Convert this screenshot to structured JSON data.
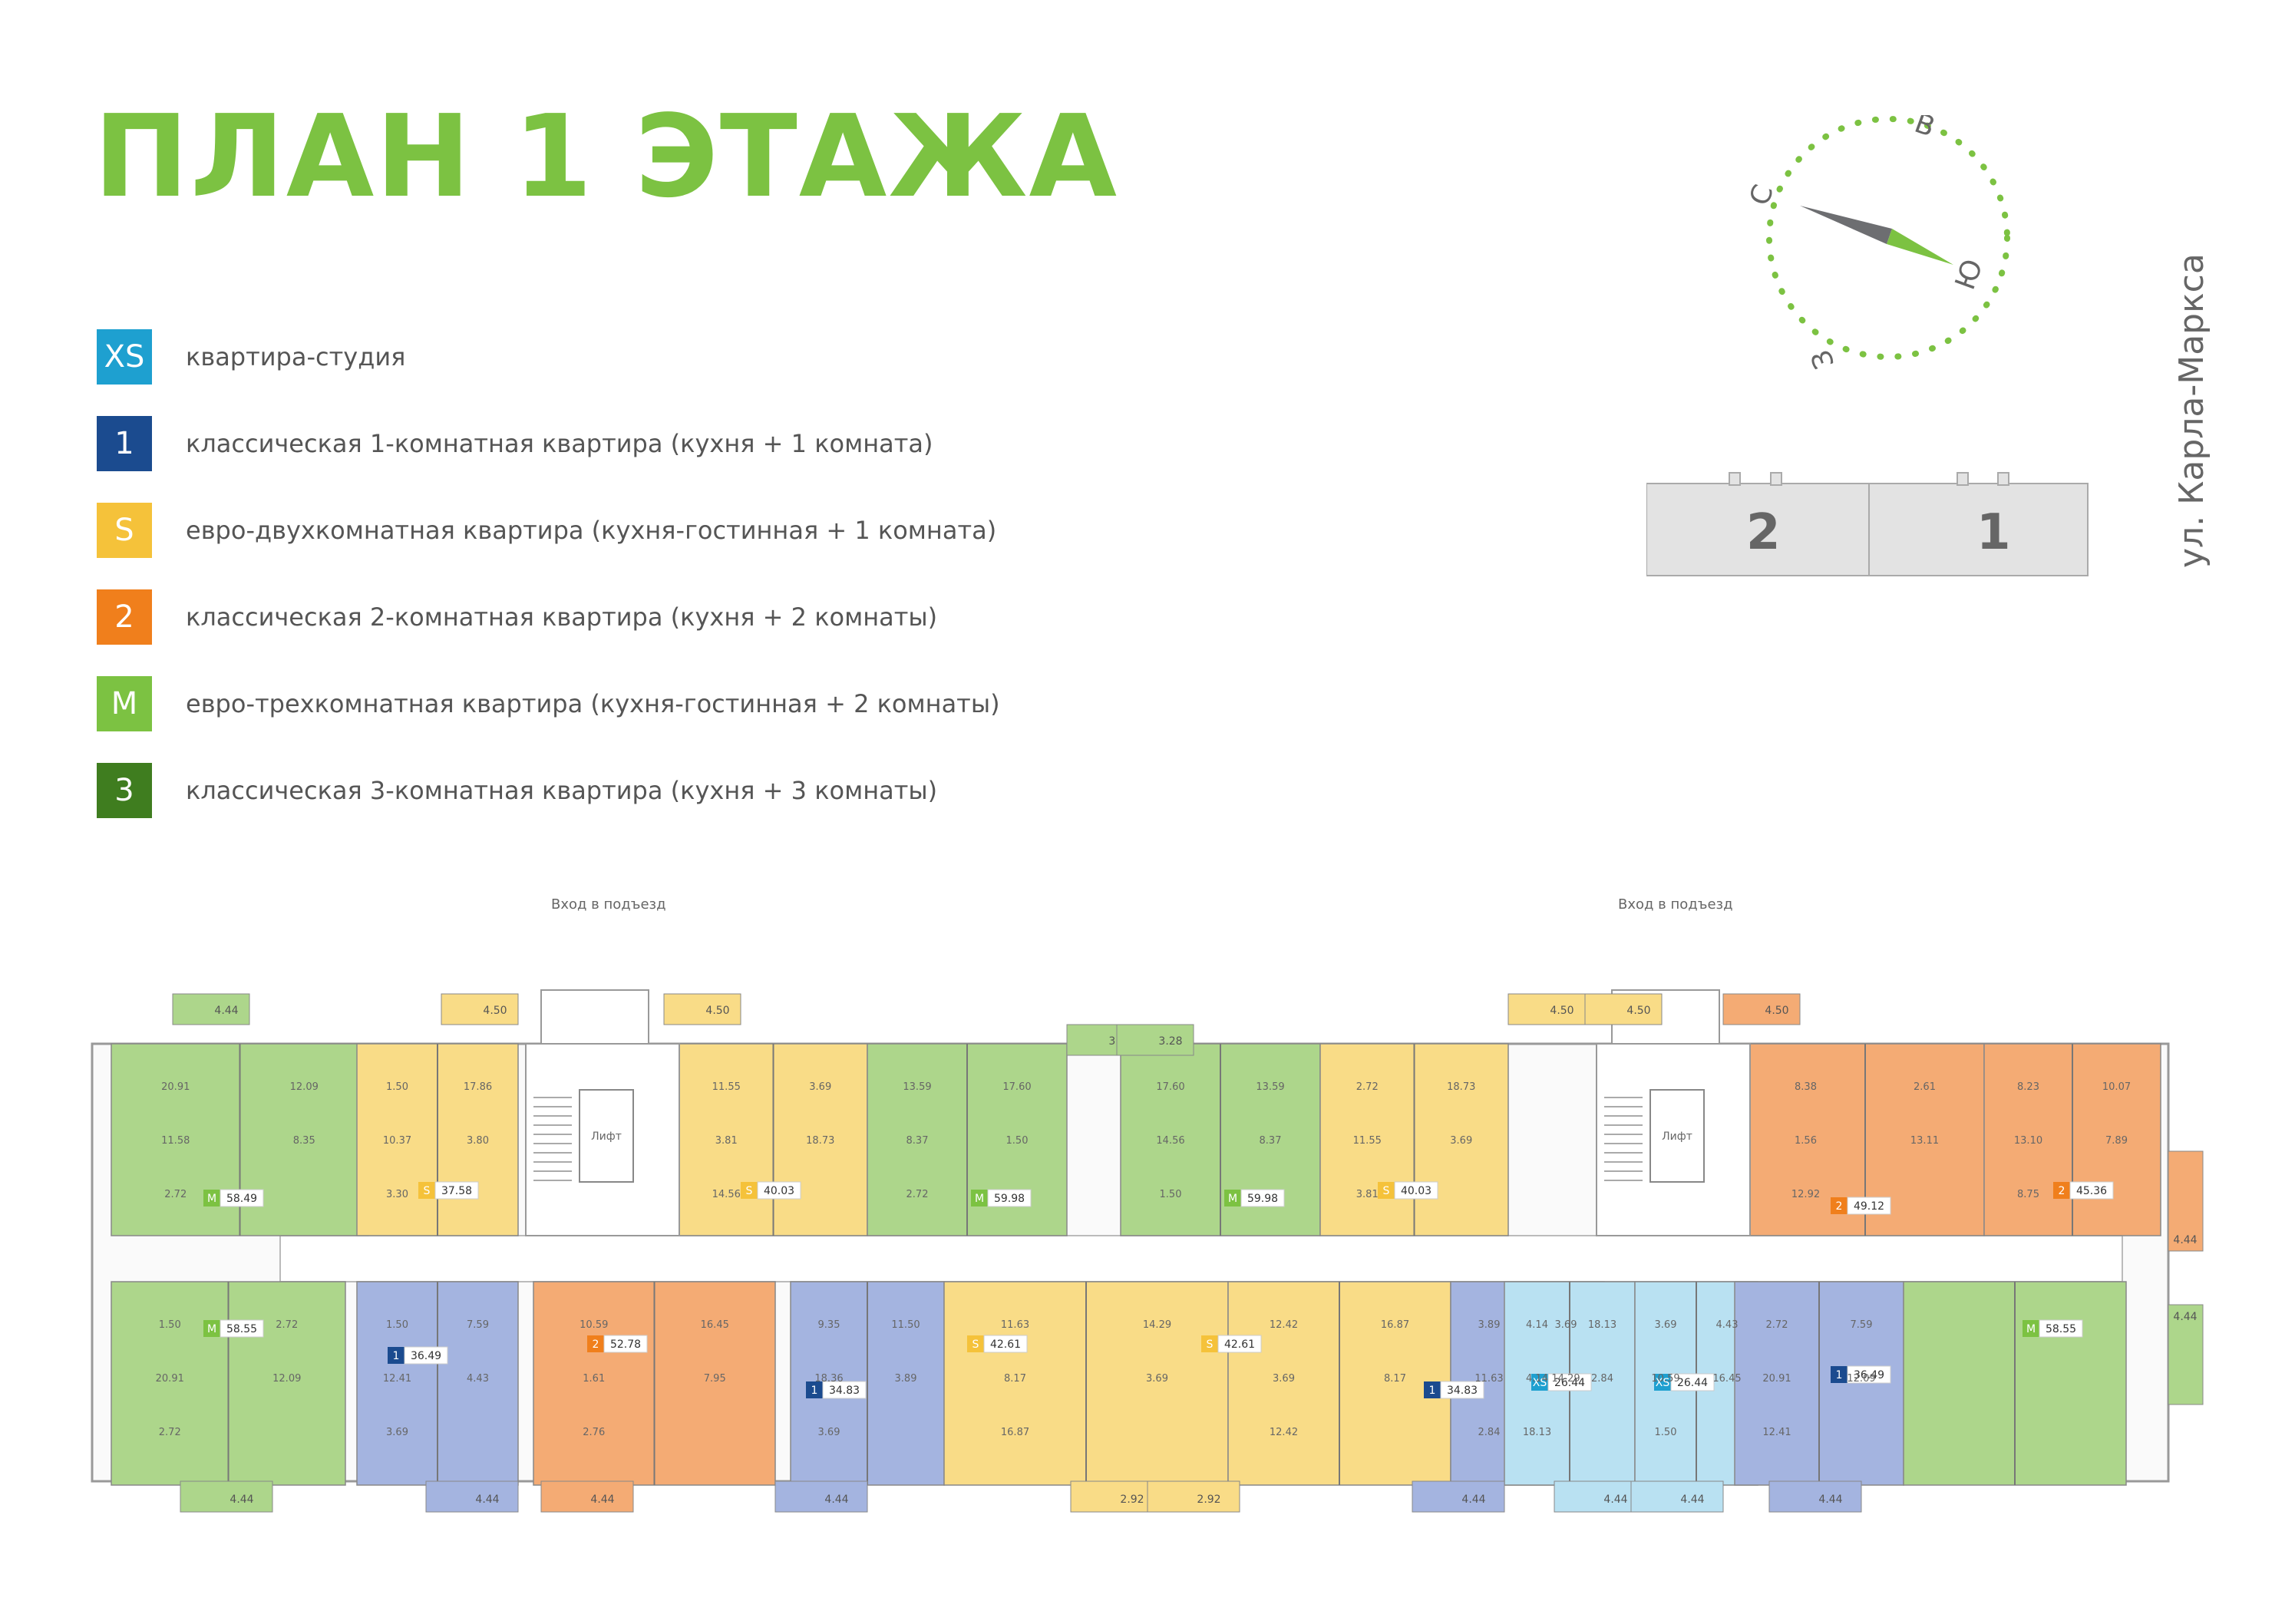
{
  "title": "ПЛАН 1 ЭТАЖА",
  "street": "ул. Карла-Маркса",
  "compass": {
    "n": "С",
    "e": "В",
    "s": "Ю",
    "w": "З"
  },
  "sections": [
    "2",
    "1"
  ],
  "entrance_label": "Вход в подъезд",
  "lift_label": "Лифт",
  "colors": {
    "XS": "#1ea0d0",
    "1": "#1b4b8f",
    "S": "#f5c23a",
    "2": "#f07f1c",
    "M": "#7cc242",
    "3": "#3f7d1f",
    "XS_fill": "#b9e1f2",
    "1_fill": "#a4b4e0",
    "S_fill": "#f9dc87",
    "2_fill": "#f4ab74",
    "M_fill": "#add68b"
  },
  "legend": [
    {
      "code": "XS",
      "text": "квартира-студия"
    },
    {
      "code": "1",
      "text": "классическая 1-комнатная квартира (кухня + 1 комната)"
    },
    {
      "code": "S",
      "text": "евро-двухкомнатная квартира (кухня-гостинная + 1 комната)"
    },
    {
      "code": "2",
      "text": "классическая 2-комнатная квартира (кухня + 2 комнаты)"
    },
    {
      "code": "M",
      "text": "евро-трехкомнатная квартира (кухня-гостинная + 2 комнаты)"
    },
    {
      "code": "3",
      "text": "классическая 3-комнатная квартира (кухня + 3 комнаты)"
    }
  ],
  "apartments": [
    {
      "code": "M",
      "area": "58.49"
    },
    {
      "code": "S",
      "area": "37.58"
    },
    {
      "code": "S",
      "area": "40.03"
    },
    {
      "code": "M",
      "area": "59.98"
    },
    {
      "code": "M",
      "area": "59.98"
    },
    {
      "code": "S",
      "area": "40.03"
    },
    {
      "code": "2",
      "area": "49.12"
    },
    {
      "code": "2",
      "area": "45.36"
    },
    {
      "code": "M",
      "area": "58.55"
    },
    {
      "code": "1",
      "area": "36.49"
    },
    {
      "code": "2",
      "area": "52.78"
    },
    {
      "code": "1",
      "area": "34.83"
    },
    {
      "code": "S",
      "area": "42.61"
    },
    {
      "code": "S",
      "area": "42.61"
    },
    {
      "code": "1",
      "area": "34.83"
    },
    {
      "code": "XS",
      "area": "26.44"
    },
    {
      "code": "XS",
      "area": "26.44"
    },
    {
      "code": "1",
      "area": "36.49"
    },
    {
      "code": "M",
      "area": "58.55"
    }
  ],
  "balconies_top": [
    "4.44",
    "4.50",
    "4.50",
    "3.28",
    "3.28",
    "4.50",
    "4.50",
    "4.50"
  ],
  "balconies_bottom": [
    "4.44",
    "4.44",
    "4.44",
    "4.44",
    "2.92",
    "2.92",
    "4.44",
    "4.44",
    "4.44",
    "4.44"
  ],
  "side_balconies": [
    "4.44",
    "4.44"
  ],
  "rooms": [
    "20.91",
    "12.09",
    "11.58",
    "8.35",
    "2.72",
    "1.50",
    "17.86",
    "10.37",
    "3.80",
    "3.30",
    "11.55",
    "3.69",
    "3.81",
    "18.73",
    "14.56",
    "13.59",
    "17.60",
    "8.37",
    "1.50",
    "2.72",
    "17.60",
    "13.59",
    "14.56",
    "8.37",
    "1.50",
    "2.72",
    "18.73",
    "11.55",
    "3.69",
    "3.81",
    "8.38",
    "2.61",
    "1.56",
    "13.11",
    "12.92",
    "8.23",
    "10.07",
    "13.10",
    "7.89",
    "8.75",
    "1.50",
    "2.72",
    "20.91",
    "12.09",
    "2.72",
    "1.50",
    "7.59",
    "12.41",
    "4.43",
    "3.69",
    "10.59",
    "16.45",
    "1.61",
    "7.95",
    "2.76",
    "9.35",
    "11.50",
    "18.36",
    "3.89",
    "3.69",
    "11.63",
    "14.29",
    "8.17",
    "3.69",
    "16.87",
    "12.42",
    "16.87",
    "3.69",
    "8.17",
    "12.42",
    "3.89",
    "3.69",
    "11.63",
    "14.29",
    "2.84",
    "4.14",
    "18.13",
    "4.14",
    "2.84",
    "18.13",
    "3.69",
    "4.43",
    "10.59",
    "16.45",
    "1.50",
    "2.72",
    "7.59",
    "20.91",
    "12.09",
    "12.41"
  ]
}
